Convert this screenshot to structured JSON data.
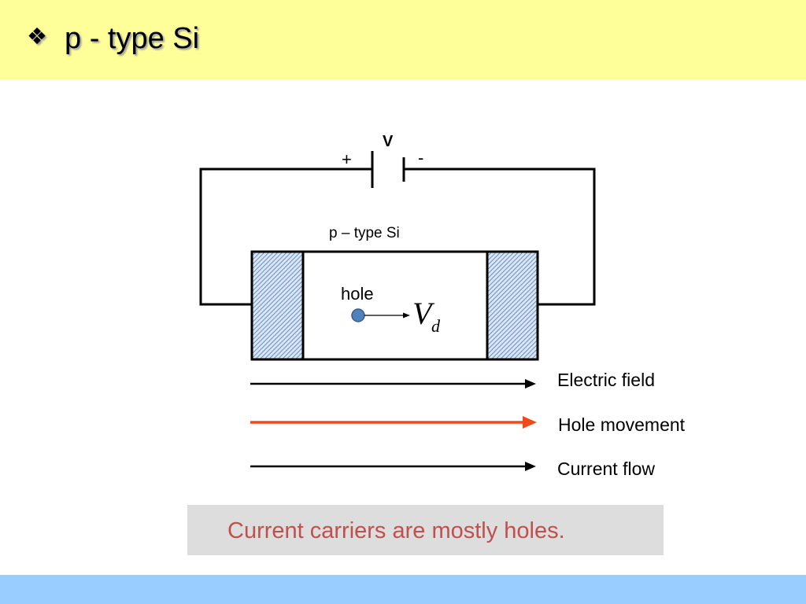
{
  "slide": {
    "title_bullet": "❖",
    "title": "p - type Si"
  },
  "colors": {
    "header_bg": "#FFFF99",
    "footer_bg": "#99CCFF",
    "callout_bg": "#DDDDDD",
    "callout_text": "#C0504D",
    "hole": "#4F81BD",
    "hole_outline": "#385D8A",
    "electrode_fill": "#DBE5F1",
    "electrode_hatch": "#4F81BD"
  },
  "circuit": {
    "voltage_label": "V",
    "plus_label": "+",
    "minus_label": "-",
    "material_label": "p – type Si",
    "hole_label": "hole",
    "drift_velocity": {
      "symbol": "V",
      "subscript": "d"
    }
  },
  "legend": [
    {
      "label": "Electric field",
      "color": "#000000"
    },
    {
      "label": "Hole movement",
      "color": "#F04A1A"
    },
    {
      "label": "Current flow",
      "color": "#000000"
    }
  ],
  "callout": {
    "text": "Current carriers are mostly holes."
  }
}
